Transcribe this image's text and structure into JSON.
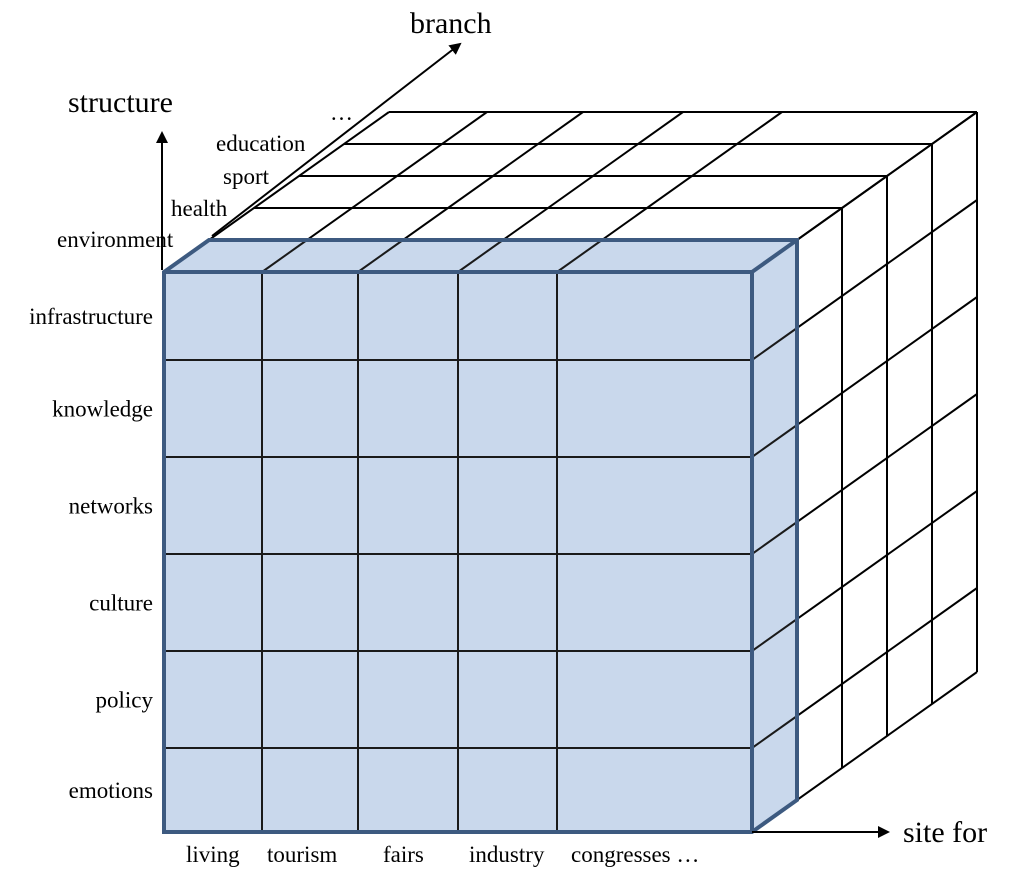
{
  "axes": {
    "structure_title": "structure",
    "branch_title": "branch",
    "site_title": "site for"
  },
  "structure_categories": [
    "infrastructure",
    "knowledge",
    "networks",
    "culture",
    "policy",
    "emotions"
  ],
  "site_categories": [
    "living",
    "tourism",
    "fairs",
    "industry",
    "congresses …"
  ],
  "branch_categories": [
    "environment",
    "health",
    "sport",
    "education",
    "…"
  ],
  "colors": {
    "highlight_fill": "#c9d8ec",
    "highlight_stroke": "#3d5a80",
    "grid_line": "#000000"
  }
}
